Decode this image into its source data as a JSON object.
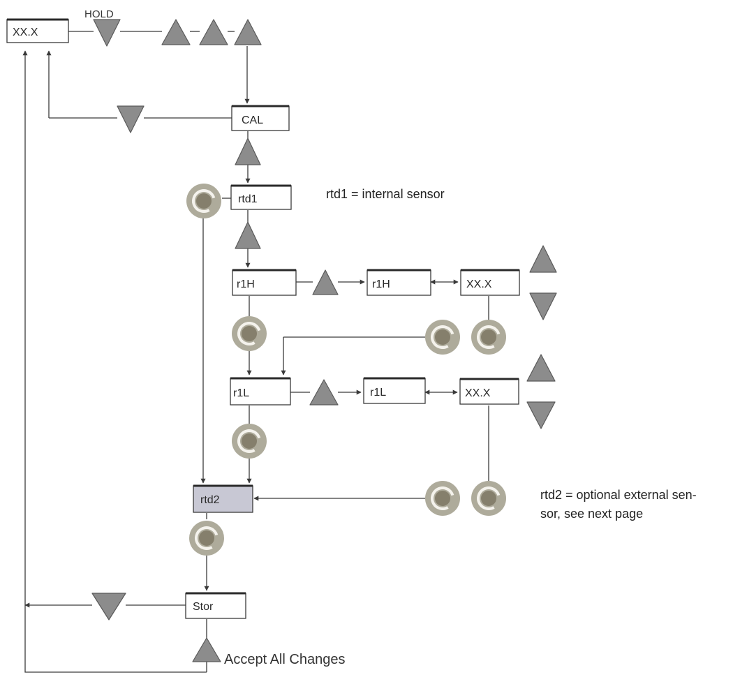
{
  "labels": {
    "hold": "HOLD",
    "accept": "Accept All Changes",
    "rtd1_note": "rtd1 = internal sensor",
    "rtd2_note_line1": "rtd2 = optional external sen-",
    "rtd2_note_line2": "sor, see next page"
  },
  "boxes": {
    "display": "XX.X",
    "cal": "CAL",
    "rtd1": "rtd1",
    "r1h": "r1H",
    "r1h_edit": "r1H",
    "r1h_value": "XX.X",
    "r1l": "r1L",
    "r1l_edit": "r1L",
    "r1l_value": "XX.X",
    "rtd2": "rtd2",
    "stor": "Stor"
  },
  "icons": {
    "up": "up-arrow-key-icon",
    "down": "down-arrow-key-icon",
    "enter": "enter-key-icon"
  },
  "colors": {
    "key_fill": "#8c8c8c",
    "enter_outer": "#aeab9b",
    "enter_inner": "#857f6c",
    "rtd2_fill": "#c8c8d4"
  }
}
